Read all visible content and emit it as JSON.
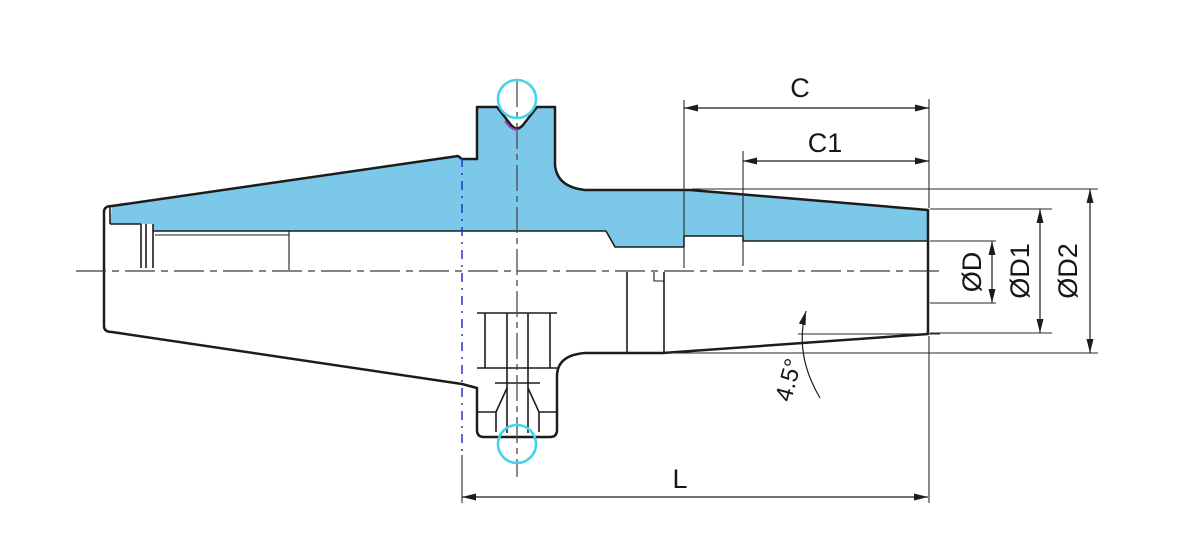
{
  "drawing": {
    "dimensions": {
      "c": {
        "label": "C"
      },
      "c1": {
        "label": "C1"
      },
      "d": {
        "label": "ØD"
      },
      "d1": {
        "label": "ØD1"
      },
      "d2": {
        "label": "ØD2"
      },
      "l": {
        "label": "L"
      },
      "taper_angle": {
        "label": "4.5°"
      }
    },
    "colors": {
      "section_fill": "#7cc8e8",
      "highlight_circle": "#3fd6ea",
      "gauge_line": "#2535cc",
      "outline": "#1c1c1c",
      "thin_line": "#2a2a2a"
    }
  }
}
